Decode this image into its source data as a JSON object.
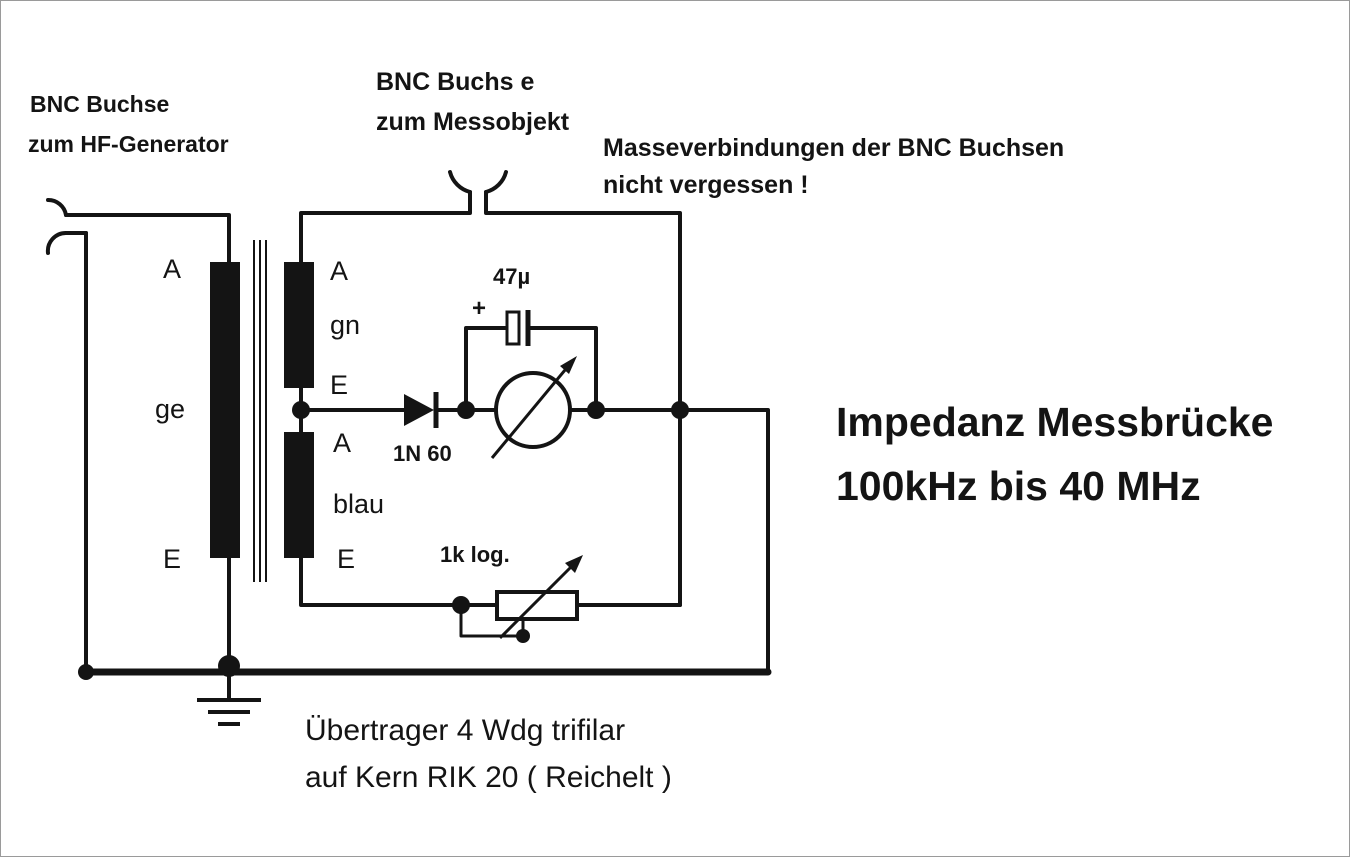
{
  "labels": {
    "bnc_gen_line1": "BNC Buchse",
    "bnc_gen_line2": "zum HF-Generator",
    "bnc_obj_line1": "BNC Buchs e",
    "bnc_obj_line2": "zum Messobjekt",
    "note_line1": "Masseverbindungen der BNC Buchsen",
    "note_line2": "nicht vergessen !",
    "prim_start": "A",
    "prim_color": "ge",
    "prim_end": "E",
    "sec1_start": "A",
    "sec1_color": "gn",
    "sec1_end": "E",
    "sec2_start": "A",
    "sec2_color": "blau",
    "sec2_end": "E",
    "cap_value": "47µ",
    "cap_polarity": "+",
    "diode_type": "1N 60",
    "pot_value": "1k log.",
    "title_line1": "Impedanz  Messbrücke",
    "title_line2": "100kHz bis 40 MHz",
    "footer_line1": "Übertrager  4 Wdg trifilar",
    "footer_line2": "auf Kern RIK 20 ( Reichelt )"
  },
  "colors": {
    "ink": "#141414",
    "background": "#ffffff",
    "frame": "#9a9a9a"
  }
}
